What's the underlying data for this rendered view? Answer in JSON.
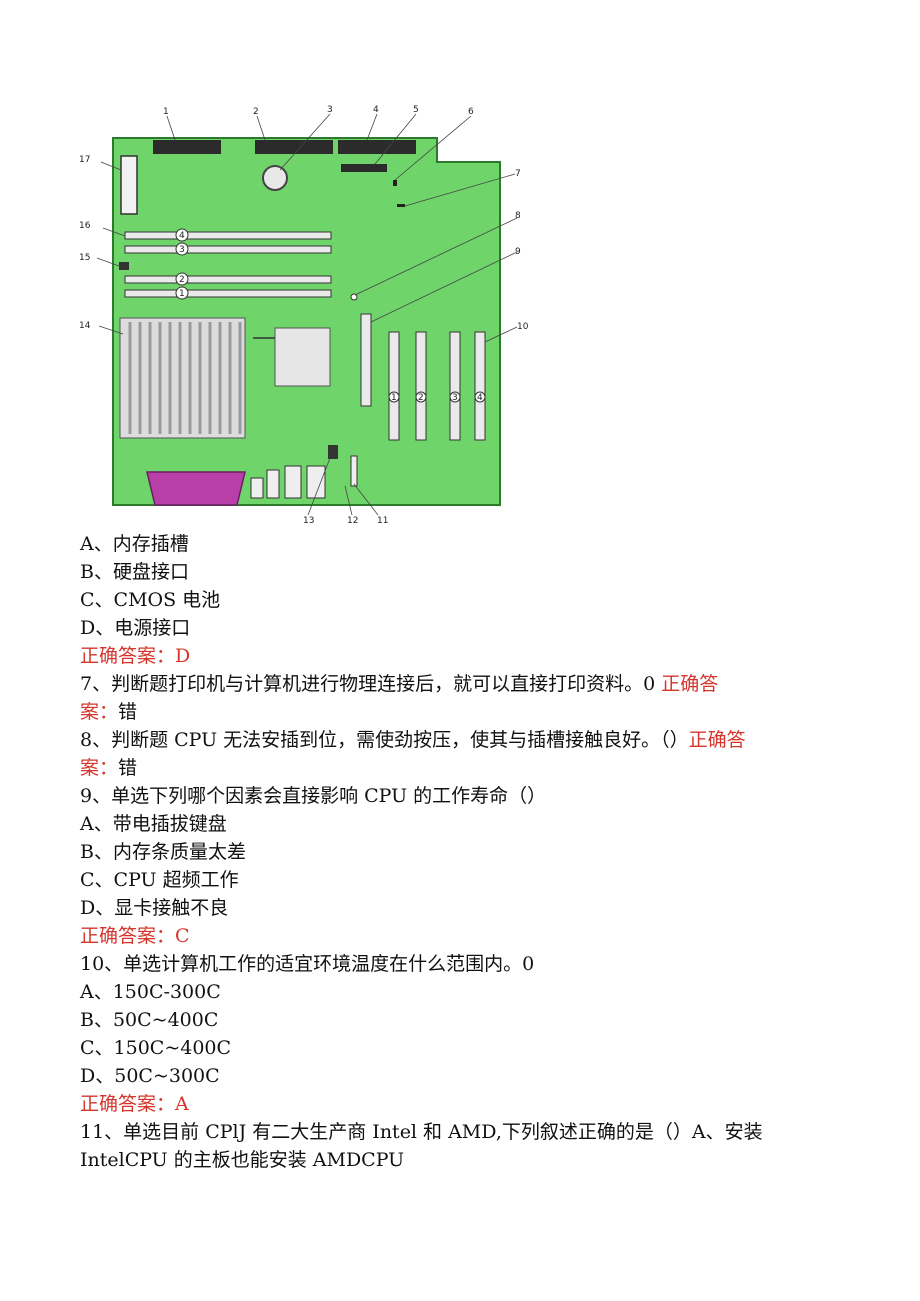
{
  "figure": {
    "callouts": [
      "1",
      "2",
      "3",
      "4",
      "5",
      "6",
      "7",
      "8",
      "9",
      "10",
      "11",
      "12",
      "13",
      "14",
      "15",
      "16",
      "17"
    ],
    "dimm_numbers": [
      "4",
      "3",
      "2",
      "1"
    ],
    "pci_numbers": [
      "1",
      "2",
      "3",
      "4"
    ]
  },
  "q6_options": [
    "A、内存插槽",
    "B、硬盘接口",
    "C、CMOS 电池",
    "D、电源接口"
  ],
  "q6_answer": "正确答案：D",
  "q7": {
    "text": "7、判断题打印机与计算机进行物理连接后，就可以直接打印资料。0 ",
    "answer_a": "正确答",
    "answer_b": "案：",
    "answer_value": "错"
  },
  "q8": {
    "text": "8、判断题 CPU 无法安插到位，需使劲按压，使其与插槽接触良好。（）",
    "answer_a": "正确答",
    "answer_b": "案：",
    "answer_value": "错"
  },
  "q9": {
    "text": "9、单选下列哪个因素会直接影响 CPU 的工作寿命（）",
    "options": [
      "A、带电插拔键盘",
      "B、内存条质量太差",
      "C、CPU 超频工作",
      "D、显卡接触不良"
    ],
    "answer": "正确答案：C"
  },
  "q10": {
    "text": "10、单选计算机工作的适宜环境温度在什么范围内。0",
    "options": [
      "A、150C-300C",
      "B、50C~400C",
      "C、150C~400C",
      "D、50C~300C"
    ],
    "answer": "正确答案：A"
  },
  "q11": {
    "line1": "11、单选目前 CPlJ 有二大生产商 Intel 和 AMD,下列叙述正确的是（）A、安装",
    "line2": "IntelCPU 的主板也能安装 AMDCPU"
  }
}
